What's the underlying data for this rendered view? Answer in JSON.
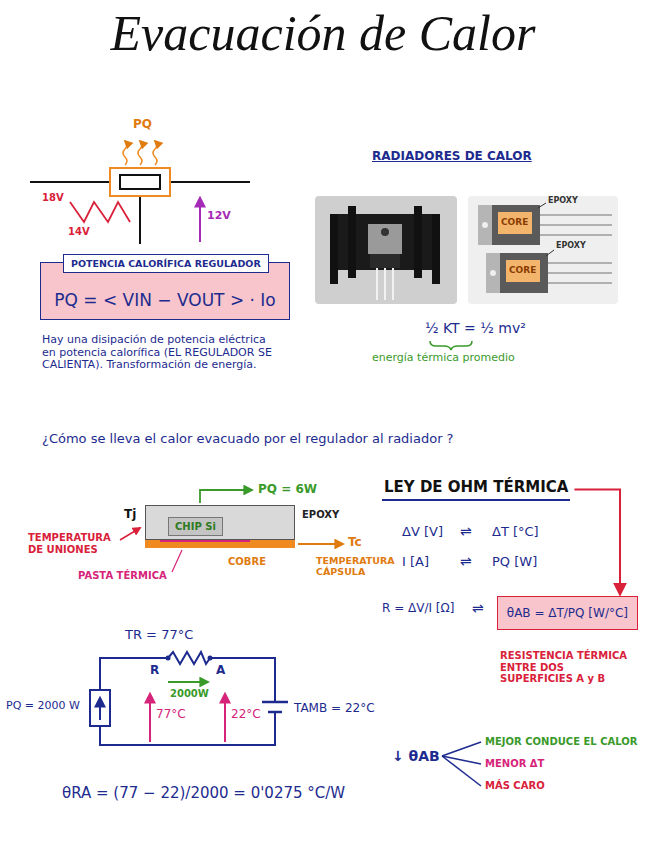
{
  "diagram": {
    "title": "Evacuación de Calor",
    "nodes": [
      {
        "text": [
          "PQ = < VIN − VOUT > · Io"
        ]
      },
      {
        "text": [
          "POTENCIA CALORÍFICA REGULADOR"
        ],
        "in": 0
      },
      {
        "text": [
          "EPOXY"
        ]
      },
      {
        "text": [
          "CHIP Si"
        ],
        "in": 2
      },
      {
        "text": [
          "LEY DE OHM TÉRMICA"
        ]
      },
      {
        "text": [
          "θAB = ΔT/PQ [W/°C]"
        ]
      }
    ],
    "edges": [
      {
        "from": 4,
        "to": 5,
        "arrow": "to"
      }
    ],
    "labels": [
      "PQ",
      "18V",
      "14V",
      "12V",
      "Hay una disipación de potencia eléctrica en potencia calorífica (EL REGULADOR SE CALIENTA). Transformación de energía.",
      "RADIADORES DE CALOR",
      "EPOXY",
      "EPOXY",
      "CORE",
      "CORE",
      "½ KT = ½ mv²",
      "energía térmica promedio",
      "¿Cómo se lleva el calor evacuado por el regulador al radiador ?",
      "PQ = 6W",
      "Tj",
      "TEMPERATURA DE UNIONES",
      "PASTA TÉRMICA",
      "COBRE",
      "Tc",
      "TEMPERATURA CÁPSULA",
      "ΔV [V]",
      "⇌",
      "ΔT [°C]",
      "I [A]",
      "⇌",
      "PQ [W]",
      "R = ΔV/I [Ω]",
      "⇌",
      "RESISTENCIA TÉRMICA ENTRE DOS SUPERFICIES A y B",
      "↓ θAB",
      "MEJOR CONDUCE EL CALOR",
      "MENOR ΔT",
      "MÁS CARO",
      "TR = 77°C",
      "R",
      "A",
      "2000W",
      "PQ = 2000 W",
      "77°C",
      "22°C",
      "TAMB = 22°C",
      "θRA = (77 − 22)/2000 = 0'0275 °C/W"
    ]
  }
}
